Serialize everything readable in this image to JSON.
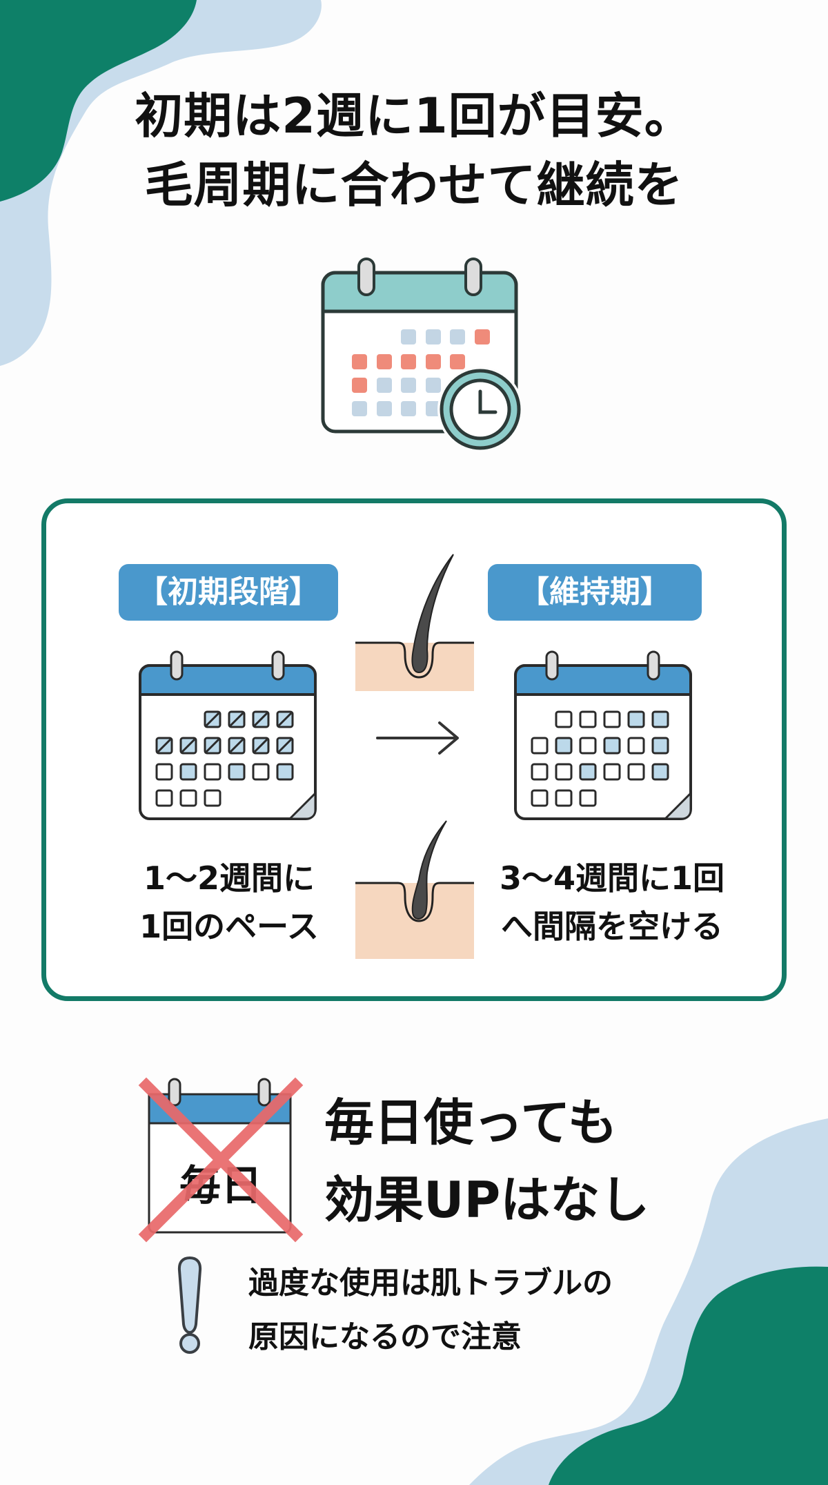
{
  "title": {
    "line1": "初期は2週に1回が目安。",
    "line2": "毛周期に合わせて継続を"
  },
  "hero_icon": "calendar-with-clock-icon",
  "panel": {
    "left": {
      "badge": "【初期段階】",
      "caption_line1": "1〜2週間に",
      "caption_line2": "1回のペース",
      "calendar_icon": "calendar-frequent-icon"
    },
    "right": {
      "badge": "【維持期】",
      "caption_line1": "3〜4週間に1回",
      "caption_line2": "へ間隔を空ける",
      "calendar_icon": "calendar-sparse-icon"
    },
    "center": {
      "arrow_icon": "arrow-right-icon",
      "hair_icons": [
        "hair-follicle-icon",
        "hair-follicle-icon"
      ]
    }
  },
  "no_daily": {
    "calendar_label": "毎日",
    "line1": "毎日使っても",
    "line2": "効果UPはなし",
    "icon": "crossed-calendar-icon"
  },
  "warning": {
    "line1": "過度な使用は肌トラブルの",
    "line2": "原因になるので注意",
    "icon": "exclamation-icon"
  },
  "colors": {
    "green": "#0e8068",
    "light_blue": "#c8dcec",
    "panel_border": "#137a67",
    "badge_blue": "#4a98cc",
    "hero_teal": "#8ecdcb",
    "hero_red": "#ef8b7a",
    "hero_grey_blue": "#c3d5e4",
    "skin": "#f6d7bf",
    "cross_red": "#e9696a"
  }
}
